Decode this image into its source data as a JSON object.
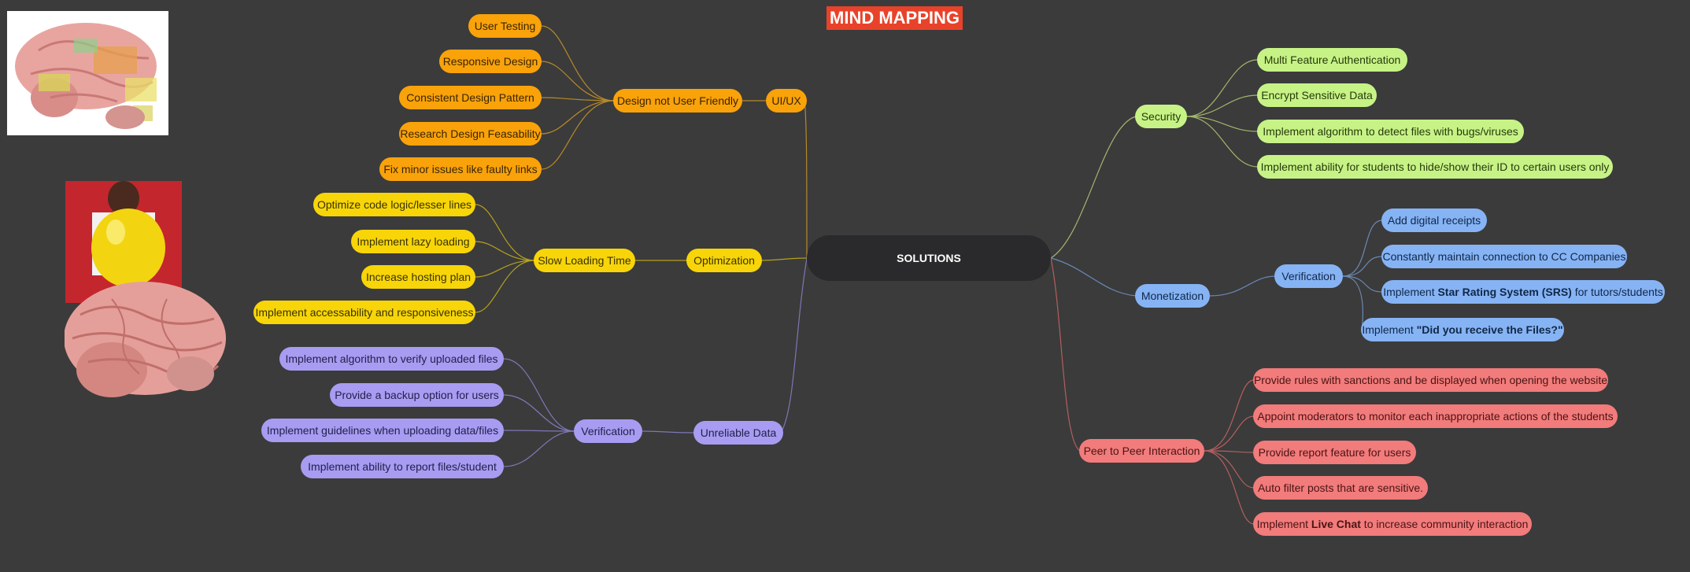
{
  "title": "MIND MAPPING",
  "center": {
    "label": "SOLUTIONS"
  },
  "colors": {
    "background": "#3b3b3b",
    "title_bg": "#e8432a",
    "center_bg": "#2a2a2c",
    "orange": "#f9a20a",
    "yellow": "#f7d508",
    "purple": "#a79cf1",
    "green": "#c7f386",
    "blue": "#86b3f4",
    "red": "#f27b7b"
  },
  "branches": {
    "uiux": {
      "label": "UI/UX",
      "sub": "Design not User Friendly",
      "leaves": [
        "User Testing",
        "Responsive Design",
        "Consistent Design Pattern",
        "Research Design Feasability",
        "Fix minor issues like faulty links"
      ]
    },
    "optimization": {
      "label": "Optimization",
      "sub": "Slow Loading Time",
      "leaves": [
        "Optimize code logic/lesser lines",
        "Implement lazy loading",
        "Increase hosting plan",
        "Implement accessability and responsiveness"
      ]
    },
    "unreliable": {
      "label": "Unreliable Data",
      "sub": "Verification",
      "leaves": [
        "Implement algorithm to verify uploaded files",
        "Provide a backup option for users",
        "Implement guidelines when uploading data/files",
        "Implement ability to report files/student"
      ]
    },
    "security": {
      "label": "Security",
      "leaves": [
        "Multi Feature Authentication",
        "Encrypt Sensitive Data",
        "Implement algorithm to detect files with bugs/viruses",
        "Implement ability for students to hide/show their ID to certain users only"
      ]
    },
    "monetization": {
      "label": "Monetization",
      "sub": "Verification",
      "leaves": {
        "receipts": "Add digital receipts",
        "cc": "Constantly maintain connection to CC Companies",
        "srs_pre": "Implement ",
        "srs_bold": "Star Rating System (SRS)",
        "srs_post": " for tutors/students",
        "files_pre": "Implement ",
        "files_bold": "\"Did you receive the Files?\""
      }
    },
    "peer": {
      "label": "Peer to Peer Interaction",
      "leaves": {
        "rules": "Provide rules with sanctions and be displayed when opening the website",
        "moderators": "Appoint moderators to monitor each inappropriate actions of the students",
        "report": "Provide report feature for users",
        "filter": "Auto filter posts that are sensitive.",
        "chat_pre": "Implement ",
        "chat_bold": "Live Chat",
        "chat_post": " to increase community interaction"
      }
    }
  }
}
